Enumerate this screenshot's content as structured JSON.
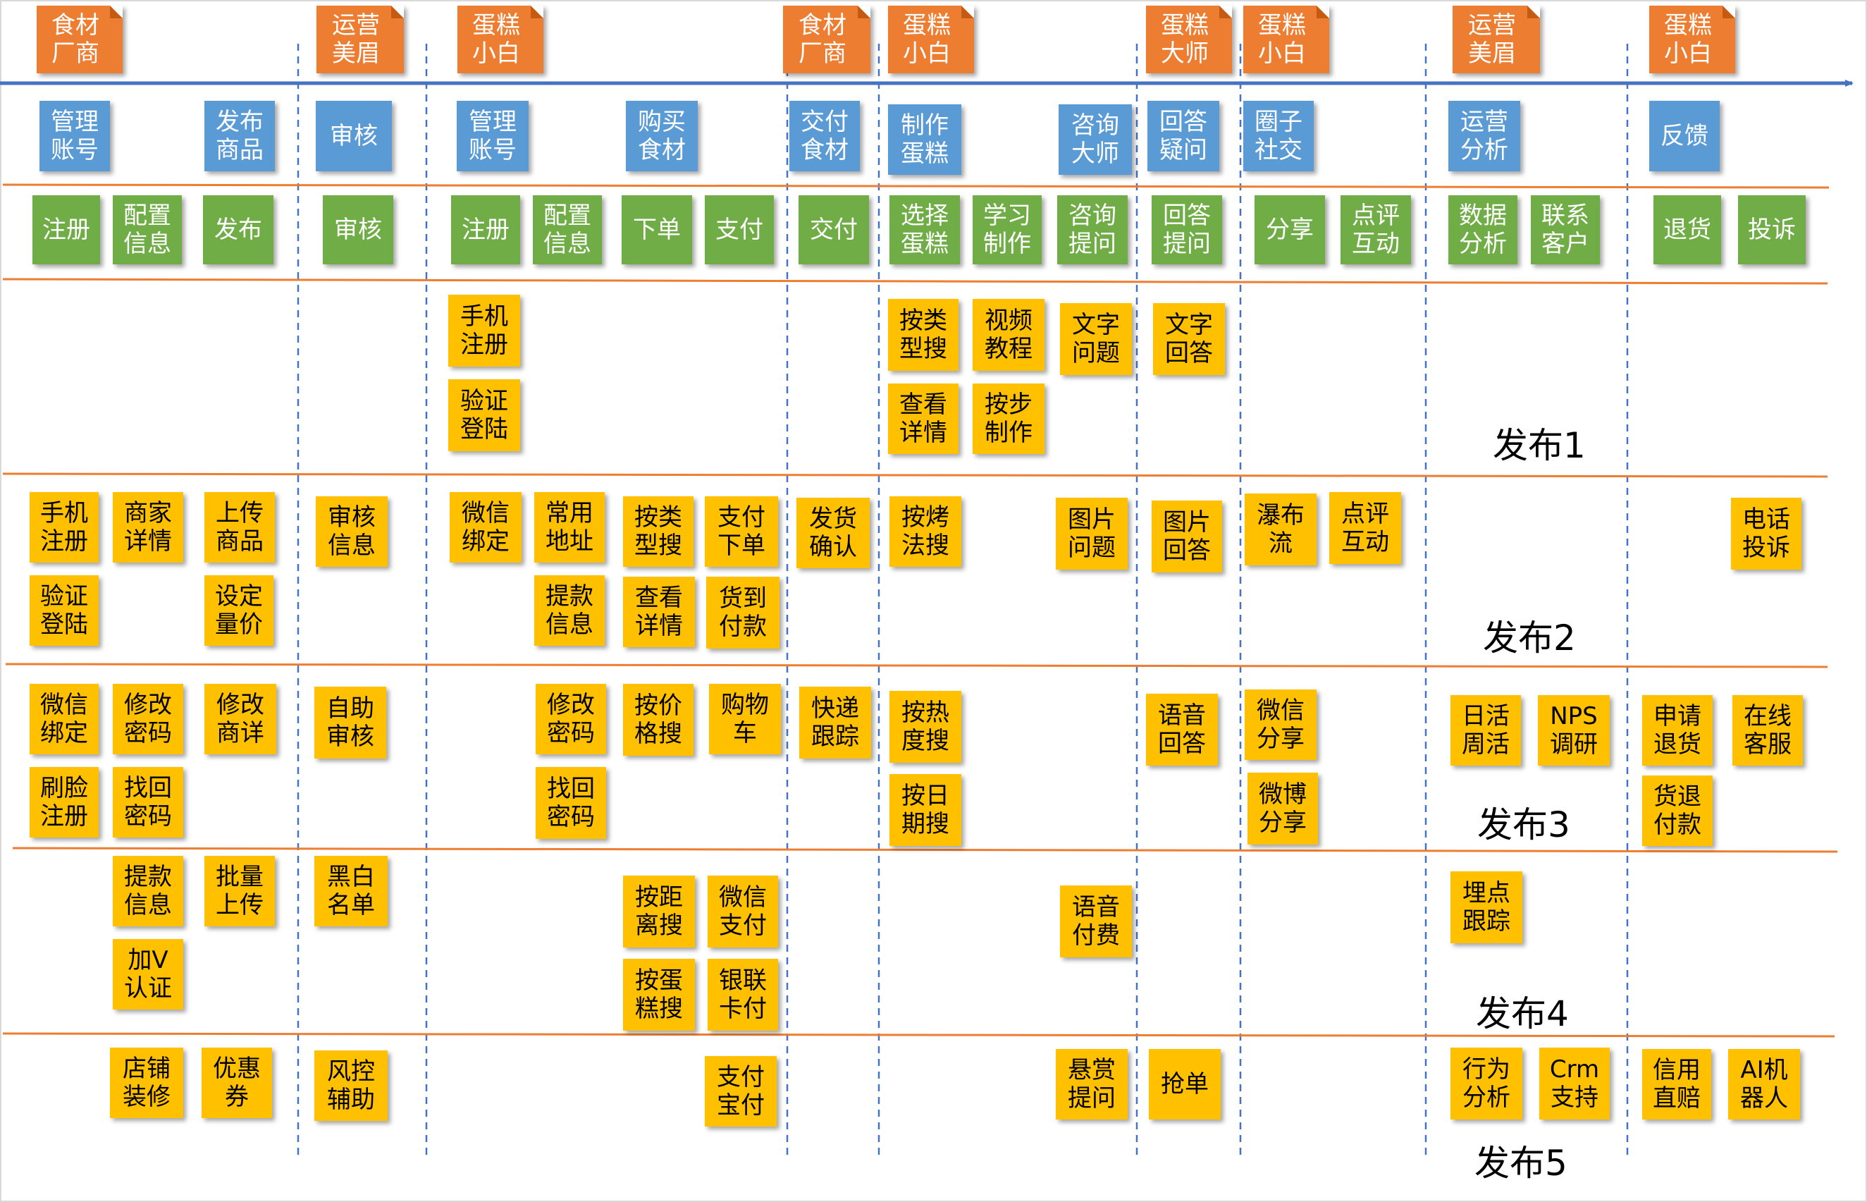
{
  "colors": {
    "persona": "#ed7d31",
    "activity": "#5b9bd5",
    "task": "#70ad47",
    "story": "#ffc000",
    "timeline": "#4472c4",
    "separator": "#ed7d31"
  },
  "personas": [
    "食材\n厂商",
    "运营\n美眉",
    "蛋糕\n小白",
    "食材\n厂商",
    "蛋糕\n小白",
    "蛋糕\n大师",
    "蛋糕\n小白",
    "运营\n美眉",
    "蛋糕\n小白"
  ],
  "activities": [
    "管理\n账号",
    "发布\n商品",
    "审核",
    "管理\n账号",
    "购买\n食材",
    "交付\n食材",
    "制作\n蛋糕",
    "咨询\n大师",
    "回答\n疑问",
    "圈子\n社交",
    "运营\n分析",
    "反馈"
  ],
  "tasks": [
    "注册",
    "配置\n信息",
    "发布",
    "审核",
    "注册",
    "配置\n信息",
    "下单",
    "支付",
    "交付",
    "选择\n蛋糕",
    "学习\n制作",
    "咨询\n提问",
    "回答\n提问",
    "分享",
    "点评\n互动",
    "数据\n分析",
    "联系\n客户",
    "退货",
    "投诉"
  ],
  "releases": [
    {
      "label": "发布1",
      "stories": [
        "手机\n注册",
        "验证\n登陆",
        "按类\n型搜",
        "视频\n教程",
        "查看\n详情",
        "按步\n制作",
        "文字\n问题",
        "文字\n回答"
      ]
    },
    {
      "label": "发布2",
      "stories": [
        "手机\n注册",
        "商家\n详情",
        "上传\n商品",
        "验证\n登陆",
        "设定\n量价",
        "审核\n信息",
        "微信\n绑定",
        "常用\n地址",
        "按类\n型搜",
        "支付\n下单",
        "提款\n信息",
        "查看\n详情",
        "货到\n付款",
        "发货\n确认",
        "按烤\n法搜",
        "图片\n问题",
        "图片\n回答",
        "瀑布\n流",
        "点评\n互动",
        "电话\n投诉"
      ]
    },
    {
      "label": "发布3",
      "stories": [
        "微信\n绑定",
        "修改\n密码",
        "修改\n商详",
        "刷脸\n注册",
        "找回\n密码",
        "自助\n审核",
        "修改\n密码",
        "找回\n密码",
        "按价\n格搜",
        "购物\n车",
        "快递\n跟踪",
        "按热\n度搜",
        "按日\n期搜",
        "语音\n回答",
        "微信\n分享",
        "微博\n分享",
        "日活\n周活",
        "NPS\n调研",
        "申请\n退货",
        "在线\n客服",
        "货退\n付款"
      ]
    },
    {
      "label": "发布4",
      "stories": [
        "提款\n信息",
        "批量\n上传",
        "加V\n认证",
        "黑白\n名单",
        "按距\n离搜",
        "微信\n支付",
        "按蛋\n糕搜",
        "银联\n卡付",
        "语音\n付费",
        "埋点\n跟踪"
      ]
    },
    {
      "label": "发布5",
      "stories": [
        "店铺\n装修",
        "优惠\n券",
        "风控\n辅助",
        "支付\n宝付",
        "悬赏\n提问",
        "抢单",
        "行为\n分析",
        "Crm\n支持",
        "信用\n直赔",
        "AI机\n器人"
      ]
    }
  ]
}
